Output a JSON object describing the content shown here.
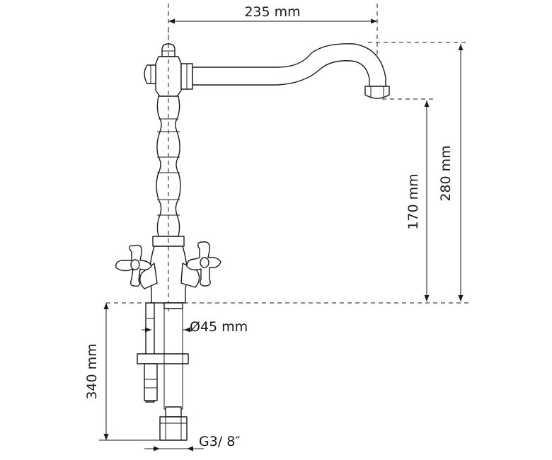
{
  "dimensions": {
    "reach": "235 mm",
    "total_height": "280 mm",
    "spout_height": "170 mm",
    "hose_length": "340 mm",
    "base_diameter": "Ø45 mm",
    "thread": "G3/ 8″"
  },
  "colors": {
    "line": "#1a1a1a",
    "background": "#ffffff"
  }
}
